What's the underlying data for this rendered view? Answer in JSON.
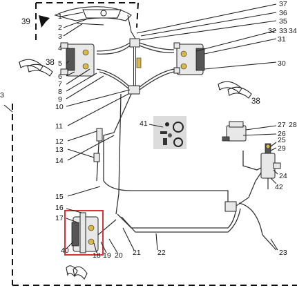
{
  "callouts": {
    "n1": "1",
    "n2": "2",
    "n3": "3",
    "n4": "4",
    "n5": "5",
    "n6": "6",
    "n7": "7",
    "n8": "8",
    "n9": "9",
    "n10": "10",
    "n11": "11",
    "n12": "12",
    "n13": "13",
    "n14": "14",
    "n15": "15",
    "n16": "16",
    "n17": "17",
    "n18": "18",
    "n19": "19",
    "n20": "20",
    "n21": "21",
    "n22": "22",
    "n23": "23",
    "n24": "24",
    "n25": "25",
    "n26": "26",
    "n27": "27",
    "n28": "28",
    "n29": "29",
    "n30": "30",
    "n31": "31",
    "n32": "32",
    "n33": "33",
    "n34": "34",
    "n35": "35",
    "n36": "36",
    "n37": "37",
    "n38a": "38",
    "n38b": "38",
    "n39": "39",
    "n40": "40",
    "n41": "41",
    "n42": "42",
    "edge3": "3"
  },
  "colors": {
    "highlight_box": "#d9303a",
    "line": "#222222",
    "fitting_gold": "#d9b84a"
  }
}
